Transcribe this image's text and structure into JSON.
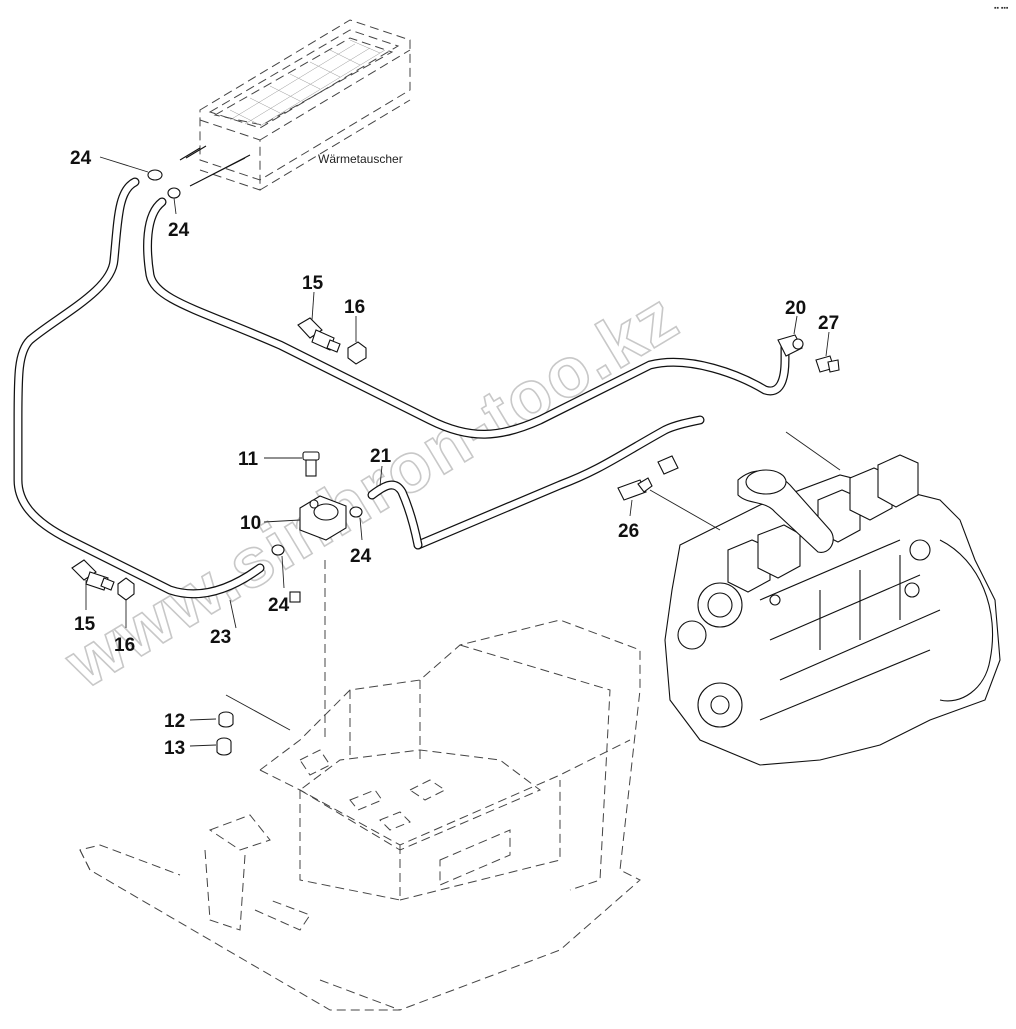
{
  "diagram": {
    "corner_mark": "▪▪ ▪▪▪",
    "caption": "Wärmetauscher",
    "watermark": "www.sinhron-too.kz",
    "callouts": {
      "c24a": "24",
      "c24b": "24",
      "c24c": "24",
      "c24d": "24",
      "c15a": "15",
      "c16a": "16",
      "c15b": "15",
      "c16b": "16",
      "c20": "20",
      "c27": "27",
      "c11": "11",
      "c21": "21",
      "c10": "10",
      "c26": "26",
      "c23": "23",
      "c12": "12",
      "c13": "13"
    }
  }
}
